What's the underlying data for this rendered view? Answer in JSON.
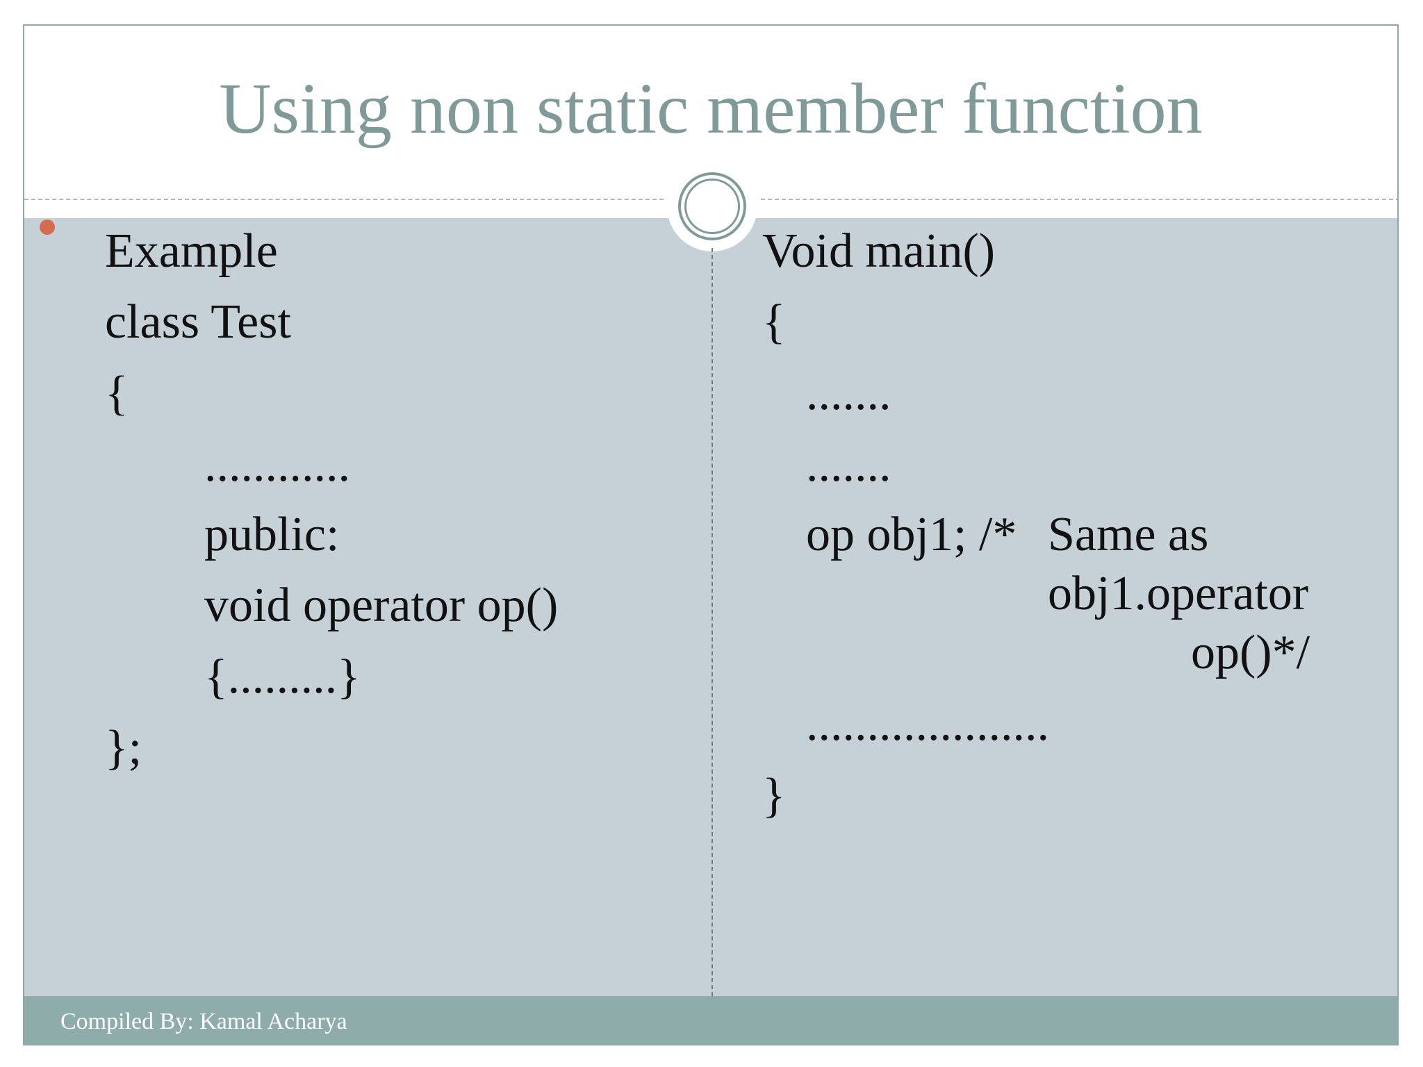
{
  "title": "Using non static member function",
  "left": {
    "bullet_text": "Example",
    "lines": [
      "class Test",
      "{",
      "............",
      "public:",
      "void operator op()",
      "{.........}",
      "};"
    ]
  },
  "right": {
    "lines": [
      "Void main()",
      "{",
      ".......",
      ".......",
      "op obj1; /*",
      "Same as",
      "obj1.operator",
      "op()*/",
      "....................",
      "}"
    ]
  },
  "footer": "Compiled By: Kamal Acharya",
  "colors": {
    "title": "#7f9a99",
    "content_bg": "#c6d1d7",
    "footer_bg": "#8dacaa",
    "bullet": "#d56b4f"
  }
}
